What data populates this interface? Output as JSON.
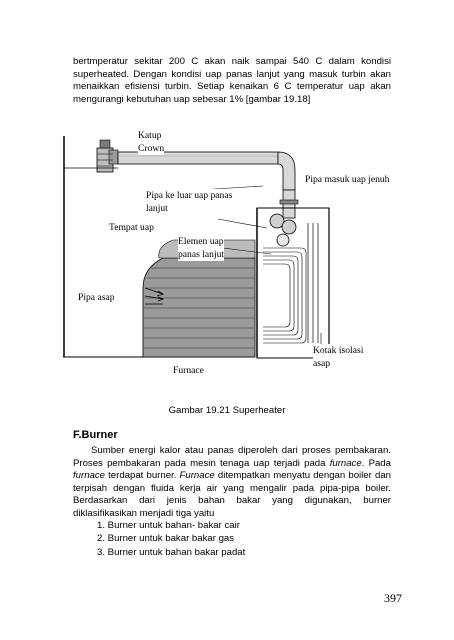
{
  "intro_paragraph": "bertmperatur sekitar 200 C akan naik sampai 540 C dalam kondisi superheated. Dengan kondisi uap panas lanjut yang masuk turbin akan menaikkan efisiensi turbin. Setiap kenaikan 6 C temperatur uap akan mengurangi kebutuhan uap sebesar 1% [gambar 19.18]",
  "figure": {
    "labels": {
      "katup_crown": [
        "Katup",
        "Crown"
      ],
      "pipa_masuk": "Pipa masuk  uap jenuh",
      "pipa_keluar": [
        "Pipa ke luar  uap panas",
        "lanjut"
      ],
      "tempat_uap": "Tempat uap",
      "elemen": [
        "Elemen  uap",
        "panas lanjut"
      ],
      "pipa_asap": "Pipa asap",
      "kotak_isolasi": [
        "Kotak isolasi",
        "asap"
      ],
      "furnace": "Furnace"
    },
    "caption": "Gambar 19.21 Superheater"
  },
  "section": {
    "heading": "F.Burner",
    "paragraph_runs": [
      "Sumber energi kalor atau panas diperoleh dari proses pembakaran. Proses pembakaran pada mesin tenaga uap terjadi pada ",
      "furnace",
      ". Pada ",
      "furnace",
      " terdapat burner. ",
      "Furnace",
      " ditempatkan menyatu dengan boiler dan terpisah dengan fluida kerja air yang mengalir pada pipa-pipa boiler. Berdasarkan dari jenis bahan bakar yang digunakan, burner diklasifikasikan menjadi tiga yaitu"
    ],
    "list": [
      "1.  Burner untuk bahan- bakar cair",
      "2.  Burner untuk bakar bakar gas",
      "3.  Burner untuk bahan bakar padat"
    ]
  },
  "page_number": "397"
}
